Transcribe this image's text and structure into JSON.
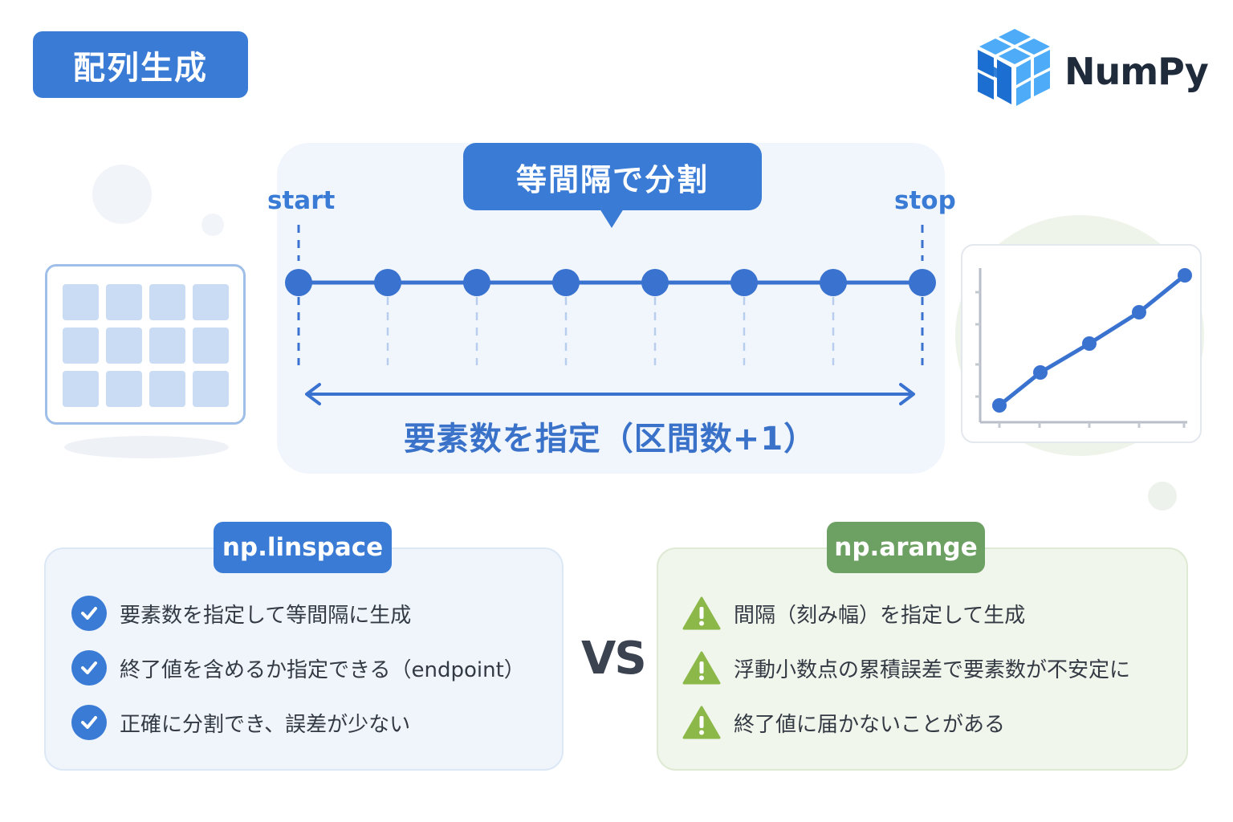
{
  "header": {
    "title": "配列生成",
    "logo_text": "NumPy"
  },
  "diagram": {
    "callout": "等間隔で分割",
    "start_label": "start",
    "stop_label": "stop",
    "point_count": 8,
    "count_label": "要素数を指定（区間数+1）"
  },
  "comparison": {
    "vs": "VS",
    "linspace": {
      "tag": "np.linspace",
      "items": [
        "要素数を指定して等間隔に生成",
        "終了値を含めるか指定できる（endpoint）",
        "正確に分割でき、誤差が少ない"
      ]
    },
    "arange": {
      "tag": "np.arange",
      "items": [
        "間隔（刻み幅）を指定して生成",
        "浮動小数点の累積誤差で要素数が不安定に",
        "終了値に届かないことがある"
      ]
    }
  },
  "colors": {
    "accent_blue": "#3a7bd5",
    "accent_green": "#6da063",
    "warning_green": "#8cb84a"
  },
  "icons": {
    "grid": "array-grid-icon",
    "chart": "line-chart-icon",
    "check": "check-circle-icon",
    "warning": "warning-triangle-icon"
  }
}
